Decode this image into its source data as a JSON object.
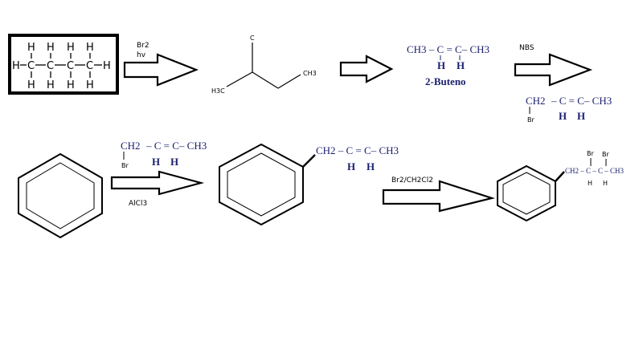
{
  "butane": {
    "atoms": [
      "H",
      "H",
      "H",
      "H",
      "H",
      "C",
      "C",
      "C",
      "C",
      "H",
      "H",
      "H",
      "H",
      "H"
    ]
  },
  "step1": {
    "reagent": "Br2",
    "condition": "hv"
  },
  "bromobutane": {
    "label_top": "C",
    "label_ch3": "CH3",
    "label_h3c": "H3C"
  },
  "butene": {
    "formula": "CH3 – C = C– CH3",
    "h1": "H",
    "h2": "H",
    "name": "2-Buteno"
  },
  "step2": {
    "reagent": "NBS"
  },
  "allyl_bromide_1": {
    "ch2": "CH2",
    "rest": "– C = C– CH3",
    "br": "Br",
    "h1": "H",
    "h2": "H"
  },
  "allyl_bromide_2": {
    "ch2": "CH2",
    "rest": "– C = C– CH3",
    "br": "Br",
    "h1": "H",
    "h2": "H"
  },
  "step3": {
    "catalyst": "AlCl3"
  },
  "product_alkene": {
    "chain": "CH2 – C = C– CH3",
    "h1": "H",
    "h2": "H"
  },
  "step4": {
    "reagent": "Br2/CH2Cl2"
  },
  "dibromide": {
    "br1": "Br",
    "br2": "Br",
    "chain": "CH2 – C – C – CH3",
    "h1": "H",
    "h2": "H"
  }
}
